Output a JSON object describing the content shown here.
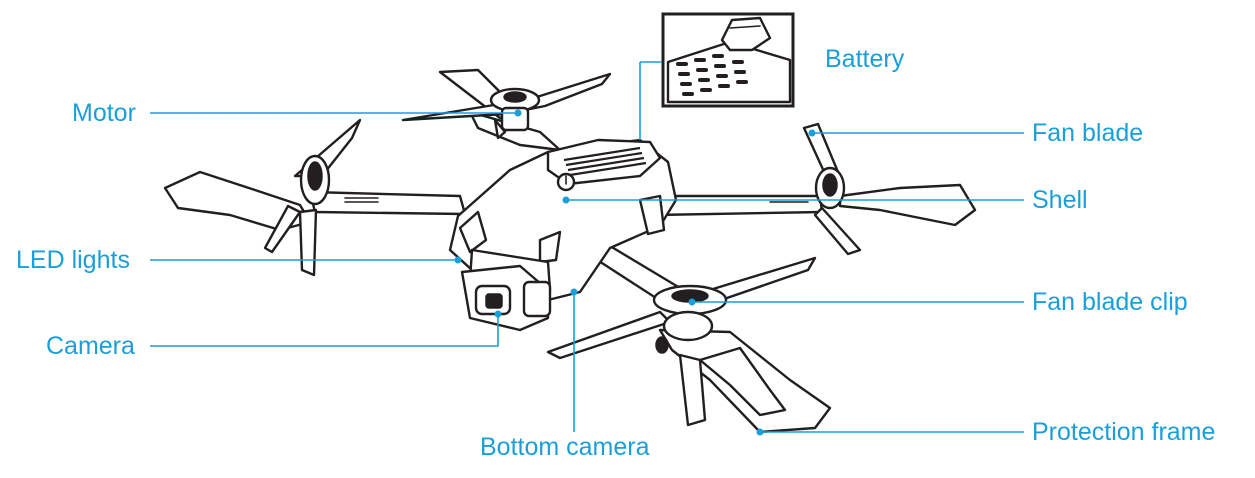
{
  "colors": {
    "accent": "#1a9fd9",
    "line_art": "#231f20",
    "background": "#ffffff"
  },
  "labels": {
    "battery": "Battery",
    "motor": "Motor",
    "fan_blade": "Fan blade",
    "shell": "Shell",
    "led_lights": "LED lights",
    "fan_blade_clip": "Fan blade clip",
    "camera": "Camera",
    "protection_frame": "Protection frame",
    "bottom_camera": "Bottom camera"
  }
}
